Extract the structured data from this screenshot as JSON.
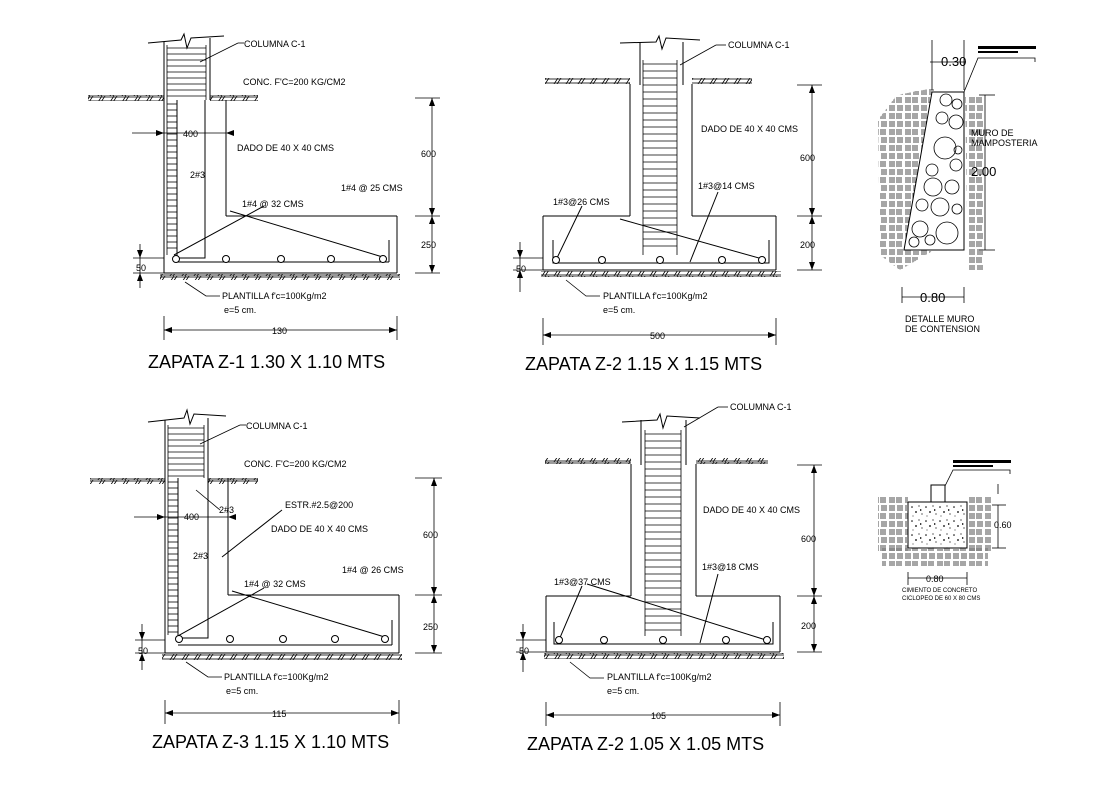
{
  "z1": {
    "title": "ZAPATA Z-1 1.30 X 1.10 MTS",
    "columna": "COLUMNA C-1",
    "conc": "CONC. F'C=200 KG/CM2",
    "dado": "DADO DE 40 X 40 CMS",
    "dim_400": "400",
    "bars_2": "2#3",
    "bar_top": "1#4 @ 32 CMS",
    "bar_bot": "1#4 @ 25 CMS",
    "dim_600": "600",
    "dim_250": "250",
    "dim_50": "50",
    "plantilla": "PLANTILLA f'c=100Kg/m2",
    "espesor": "e=5 cm.",
    "width": "130"
  },
  "z2a": {
    "title": "ZAPATA Z-2 1.15  X 1.15 MTS",
    "columna": "COLUMNA C-1",
    "dado": "DADO DE 40 X 40 CMS",
    "bar_left": "1#3@26 CMS",
    "bar_right": "1#3@14 CMS",
    "dim_600": "600",
    "dim_200": "200",
    "dim_50": "50",
    "plantilla": "PLANTILLA f'c=100Kg/m2",
    "espesor": "e=5 cm.",
    "width": "500"
  },
  "z3": {
    "title": "ZAPATA Z-3 1.15 X 1.10 MTS",
    "columna": "COLUMNA C-1",
    "conc": "CONC. F'C=200 KG/CM2",
    "estr": "ESTR.#2.5@200",
    "dado": "DADO DE 40 X 40 CMS",
    "dim_400": "400",
    "bars_2a": "2#3",
    "bars_2b": "2#3",
    "bar_top": "1#4 @ 32 CMS",
    "bar_bot": "1#4 @ 26 CMS",
    "dim_600": "600",
    "dim_250": "250",
    "dim_50": "50",
    "plantilla": "PLANTILLA f'c=100Kg/m2",
    "espesor": "e=5 cm.",
    "width": "115"
  },
  "z2b": {
    "title": "ZAPATA Z-2 1.05  X 1.05 MTS",
    "columna": "COLUMNA C-1",
    "dado": "DADO DE 40 X 40 CMS",
    "bar_left": "1#3@37 CMS",
    "bar_right": "1#3@18 CMS",
    "dim_600": "600",
    "dim_200": "200",
    "dim_50": "50",
    "plantilla": "PLANTILLA f'c=100Kg/m2",
    "espesor": "e=5 cm.",
    "width": "105"
  },
  "muro": {
    "top": "0.30",
    "label1": "MURO DE",
    "label2": "MAMPOSTERIA",
    "height": "2.00",
    "base": "0.80",
    "title1": "DETALLE MURO",
    "title2": "DE CONTENSION"
  },
  "cimiento": {
    "height": "0.60",
    "base": "0.80",
    "label1": "CIMIENTO DE CONCRETO",
    "label2": "CICLOPEO DE 60 X 80 CMS"
  }
}
